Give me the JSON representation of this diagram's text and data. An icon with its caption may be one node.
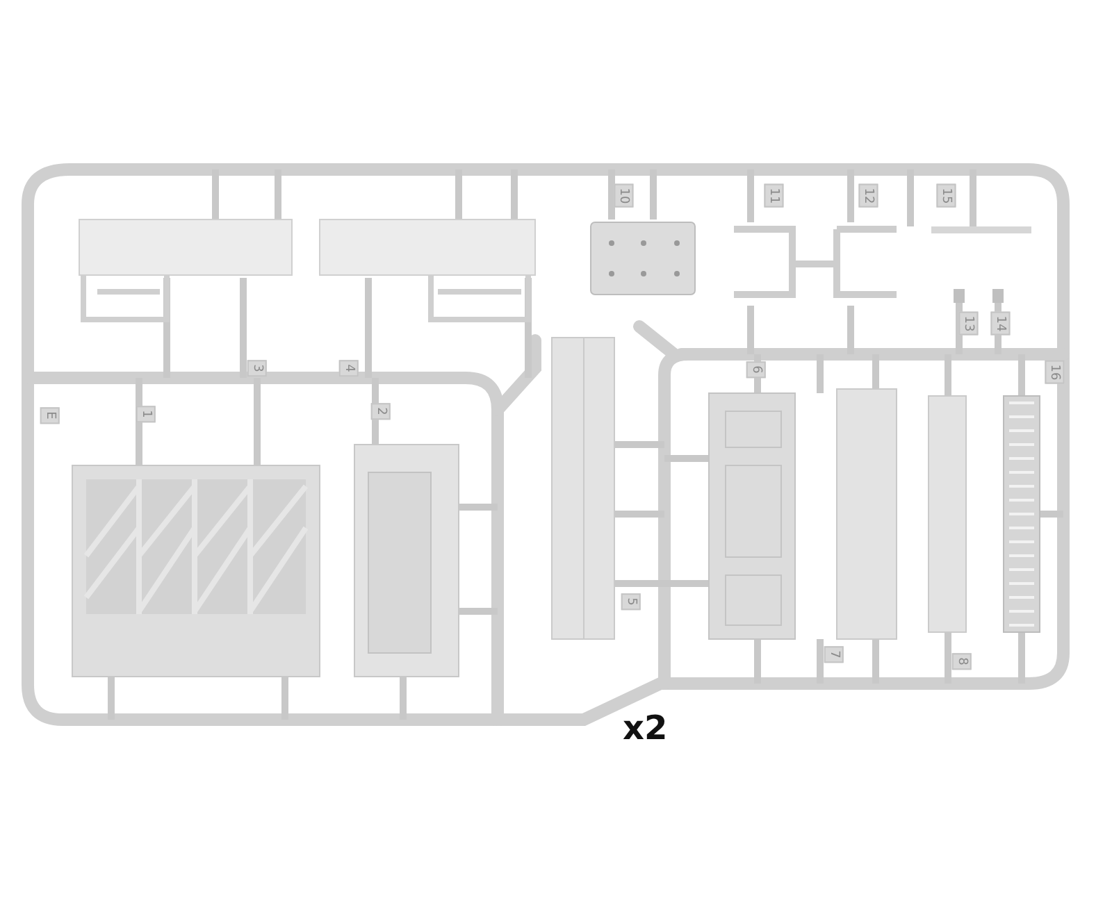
{
  "diagram": {
    "labels": [
      "10",
      "11",
      "12",
      "15",
      "13",
      "14",
      "3",
      "4",
      "6",
      "16",
      "E",
      "1",
      "2",
      "5",
      "7",
      "8",
      "x2"
    ]
  }
}
